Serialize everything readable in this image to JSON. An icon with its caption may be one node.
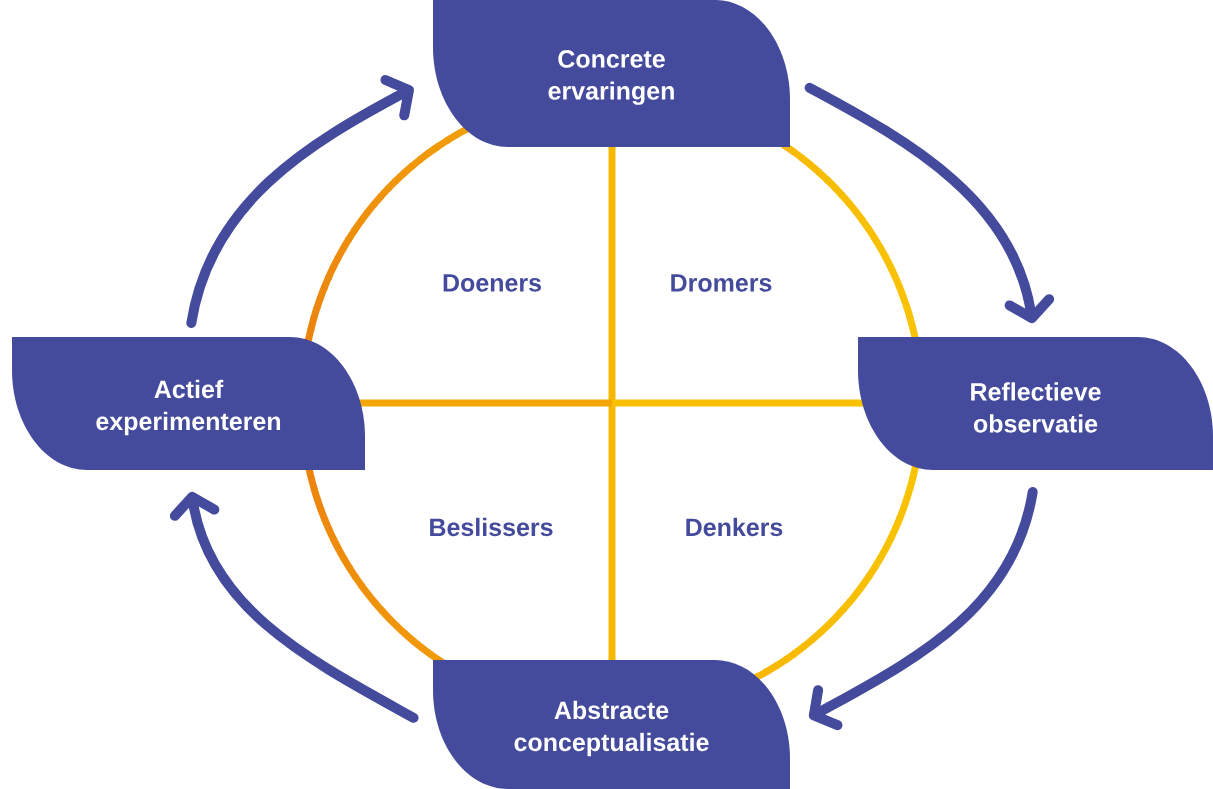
{
  "diagram": {
    "nodes": [
      {
        "text": [
          "Concrete ervaringen"
        ]
      },
      {
        "text": [
          "Actief experimenteren"
        ]
      },
      {
        "text": [
          "Reflectieve observatie"
        ]
      },
      {
        "text": [
          "Abstracte conceptualisatie"
        ]
      }
    ],
    "edges": [
      {
        "from": 0,
        "to": 2,
        "arrow": "to"
      },
      {
        "from": 2,
        "to": 3,
        "arrow": "to"
      },
      {
        "from": 3,
        "to": 1,
        "arrow": "to"
      },
      {
        "from": 1,
        "to": 0,
        "arrow": "to"
      }
    ],
    "labels": [
      "Doeners",
      "Dromers",
      "Beslissers",
      "Denkers"
    ]
  }
}
